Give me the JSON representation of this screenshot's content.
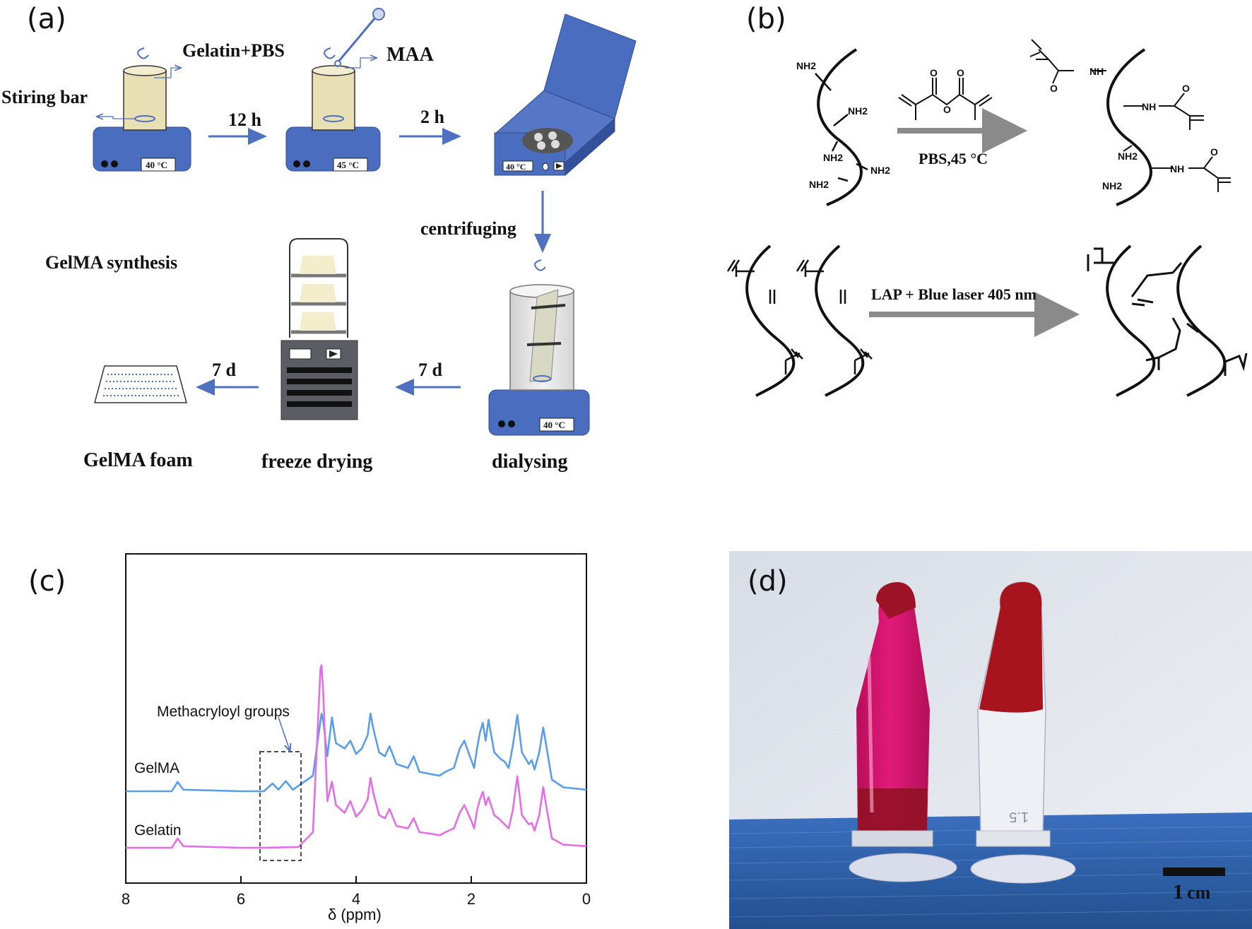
{
  "panels": {
    "a": {
      "label": "(a)",
      "gelatin_pbs": "Gelatin+PBS",
      "stirring_bar": "Stiring bar",
      "maa": "MAA",
      "temp1": "40 °C",
      "temp2": "45 °C",
      "temp3": "40 °C",
      "temp4": "40 °C",
      "step1_time": "12 h",
      "step2_time": "2 h",
      "centrifuging": "centrifuging",
      "synthesis": "GelMA synthesis",
      "step3_time": "7 d",
      "step4_time": "7 d",
      "foam": "GelMA foam",
      "freeze": "freeze drying",
      "dialysing": "dialysing"
    },
    "b": {
      "label": "(b)",
      "nh2": "NH2",
      "nh": "NH",
      "o": "O",
      "condition1": "PBS,45 °C",
      "condition2": "LAP + Blue laser 405 nm"
    },
    "c": {
      "label": "(c)"
    },
    "d": {
      "label": "(d)",
      "scale_num": "1",
      "scale_unit": "cm",
      "tube_mark": "1.5"
    }
  },
  "colors": {
    "device_blue": "#4a6dbf",
    "beaker_fill": "#e8dfb4",
    "arrow_blue": "#4f6fbf",
    "arrow_gray": "#8a8a8a",
    "gelma": "#5a9de8",
    "gelatin": "#e46ee6",
    "hydrogel_pink": "#d6146e",
    "hydrogel_red": "#a8141e"
  },
  "chart_data": {
    "type": "line",
    "xlabel": "δ (ppm)",
    "xlim": [
      8,
      0
    ],
    "xticks": [
      "8",
      "6",
      "4",
      "2",
      "0"
    ],
    "annotation": "Methacryloyl groups",
    "series": [
      {
        "name": "GelMA",
        "color": "#5a9de8",
        "points": [
          [
            8,
            0
          ],
          [
            7.2,
            0
          ],
          [
            7.1,
            0.12
          ],
          [
            7.0,
            0.02
          ],
          [
            6.0,
            0
          ],
          [
            5.6,
            0
          ],
          [
            5.45,
            0.1
          ],
          [
            5.35,
            0.02
          ],
          [
            5.22,
            0.13
          ],
          [
            5.1,
            0.02
          ],
          [
            4.75,
            0.2
          ],
          [
            4.62,
            0.9
          ],
          [
            4.6,
            1.0
          ],
          [
            4.57,
            0.9
          ],
          [
            4.5,
            0.45
          ],
          [
            4.42,
            0.95
          ],
          [
            4.35,
            0.62
          ],
          [
            4.2,
            0.55
          ],
          [
            4.1,
            0.65
          ],
          [
            4.0,
            0.48
          ],
          [
            3.9,
            0.55
          ],
          [
            3.8,
            0.72
          ],
          [
            3.75,
            1.0
          ],
          [
            3.7,
            0.8
          ],
          [
            3.6,
            0.5
          ],
          [
            3.5,
            0.45
          ],
          [
            3.42,
            0.58
          ],
          [
            3.3,
            0.35
          ],
          [
            3.1,
            0.3
          ],
          [
            3.0,
            0.45
          ],
          [
            2.9,
            0.25
          ],
          [
            2.7,
            0.22
          ],
          [
            2.55,
            0.2
          ],
          [
            2.45,
            0.25
          ],
          [
            2.3,
            0.3
          ],
          [
            2.2,
            0.55
          ],
          [
            2.12,
            0.65
          ],
          [
            2.0,
            0.4
          ],
          [
            1.95,
            0.3
          ],
          [
            1.9,
            0.55
          ],
          [
            1.85,
            0.75
          ],
          [
            1.8,
            0.88
          ],
          [
            1.75,
            0.65
          ],
          [
            1.7,
            0.92
          ],
          [
            1.6,
            0.5
          ],
          [
            1.5,
            0.42
          ],
          [
            1.42,
            0.38
          ],
          [
            1.35,
            0.3
          ],
          [
            1.28,
            0.58
          ],
          [
            1.2,
            0.98
          ],
          [
            1.12,
            0.5
          ],
          [
            1.0,
            0.35
          ],
          [
            0.95,
            0.4
          ],
          [
            0.9,
            0.28
          ],
          [
            0.82,
            0.5
          ],
          [
            0.75,
            0.82
          ],
          [
            0.7,
            0.6
          ],
          [
            0.6,
            0.15
          ],
          [
            0.4,
            0.05
          ],
          [
            0,
            0.02
          ]
        ]
      },
      {
        "name": "Gelatin",
        "color": "#e46ee6",
        "points": [
          [
            8,
            0
          ],
          [
            7.2,
            0
          ],
          [
            7.1,
            0.12
          ],
          [
            7.0,
            0.02
          ],
          [
            6.0,
            0
          ],
          [
            5.6,
            0
          ],
          [
            5.0,
            0.01
          ],
          [
            4.75,
            0.2
          ],
          [
            4.62,
            2.3
          ],
          [
            4.6,
            2.35
          ],
          [
            4.57,
            2.0
          ],
          [
            4.5,
            0.6
          ],
          [
            4.42,
            0.85
          ],
          [
            4.35,
            0.55
          ],
          [
            4.2,
            0.45
          ],
          [
            4.1,
            0.6
          ],
          [
            4.0,
            0.4
          ],
          [
            3.9,
            0.48
          ],
          [
            3.8,
            0.62
          ],
          [
            3.75,
            0.9
          ],
          [
            3.7,
            0.7
          ],
          [
            3.6,
            0.42
          ],
          [
            3.5,
            0.38
          ],
          [
            3.42,
            0.5
          ],
          [
            3.3,
            0.28
          ],
          [
            3.1,
            0.25
          ],
          [
            3.0,
            0.38
          ],
          [
            2.9,
            0.2
          ],
          [
            2.7,
            0.18
          ],
          [
            2.55,
            0.16
          ],
          [
            2.45,
            0.2
          ],
          [
            2.3,
            0.25
          ],
          [
            2.2,
            0.45
          ],
          [
            2.12,
            0.55
          ],
          [
            2.0,
            0.35
          ],
          [
            1.95,
            0.25
          ],
          [
            1.9,
            0.48
          ],
          [
            1.85,
            0.62
          ],
          [
            1.8,
            0.72
          ],
          [
            1.75,
            0.55
          ],
          [
            1.7,
            0.65
          ],
          [
            1.6,
            0.42
          ],
          [
            1.5,
            0.36
          ],
          [
            1.42,
            0.3
          ],
          [
            1.35,
            0.25
          ],
          [
            1.28,
            0.48
          ],
          [
            1.2,
            0.92
          ],
          [
            1.12,
            0.42
          ],
          [
            1.0,
            0.3
          ],
          [
            0.95,
            0.32
          ],
          [
            0.9,
            0.22
          ],
          [
            0.82,
            0.42
          ],
          [
            0.75,
            0.78
          ],
          [
            0.7,
            0.55
          ],
          [
            0.6,
            0.12
          ],
          [
            0.4,
            0.04
          ],
          [
            0,
            0.02
          ]
        ]
      }
    ]
  }
}
